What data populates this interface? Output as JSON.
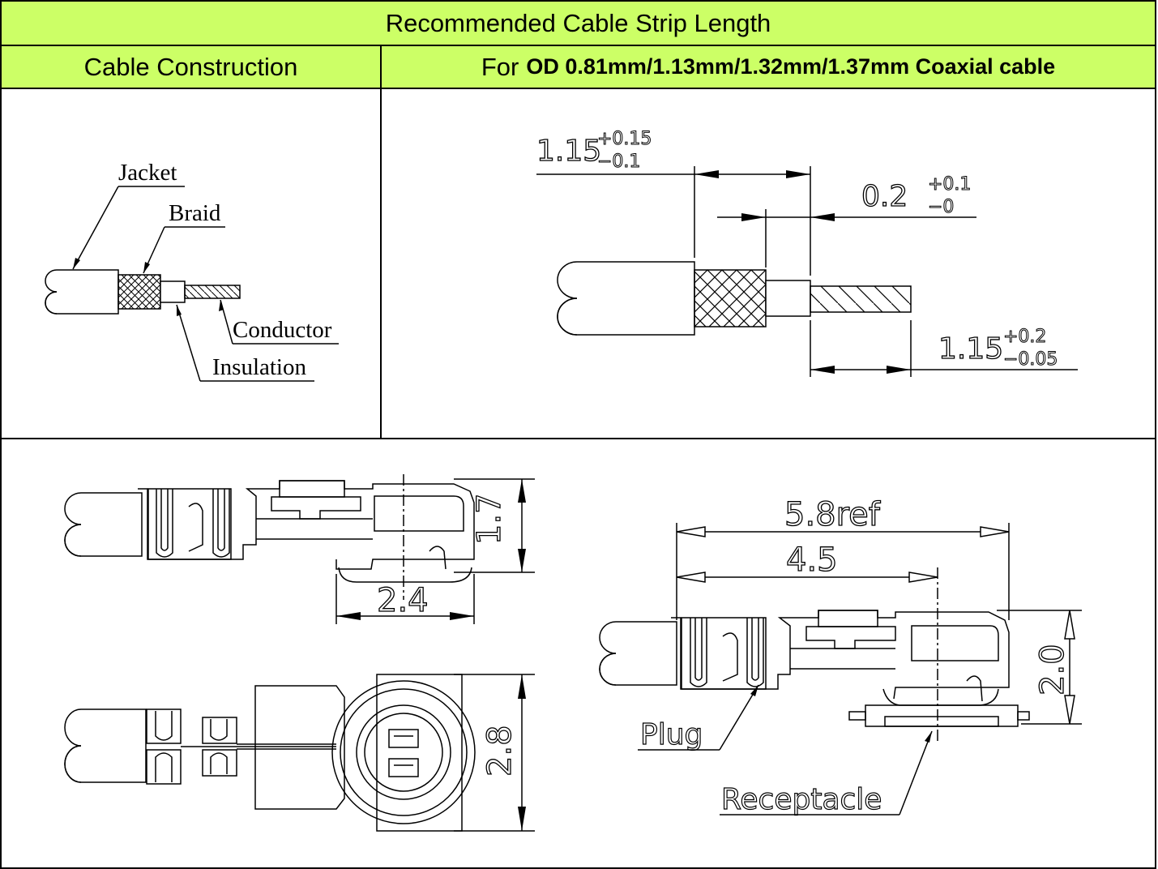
{
  "table": {
    "title": "Recommended Cable Strip Length",
    "col1_header": "Cable Construction",
    "col2_header_prefix": "For",
    "col2_header_bold": "OD 0.81mm/1.13mm/1.32mm/1.37mm Coaxial cable"
  },
  "construction_labels": {
    "jacket": "Jacket",
    "braid": "Braid",
    "conductor": "Conductor",
    "insulation": "Insulation"
  },
  "strip_dims": {
    "jacket_len": "1.15",
    "jacket_tol_plus": "+0.15",
    "jacket_tol_minus": "−0.1",
    "braid_len": "0.2",
    "braid_tol_plus": "+0.1",
    "braid_tol_minus": "−0",
    "conductor_len": "1.15",
    "conductor_tol_plus": "+0.2",
    "conductor_tol_minus": "−0.05"
  },
  "assembly_dims": {
    "height_side": "1.7",
    "width_side": "2.4",
    "width_top": "2.8",
    "overall_ref": "5.8ref",
    "center_len": "4.5",
    "mated_height": "2.0",
    "plug_label": "Plug",
    "receptacle_label": "Receptacle"
  }
}
